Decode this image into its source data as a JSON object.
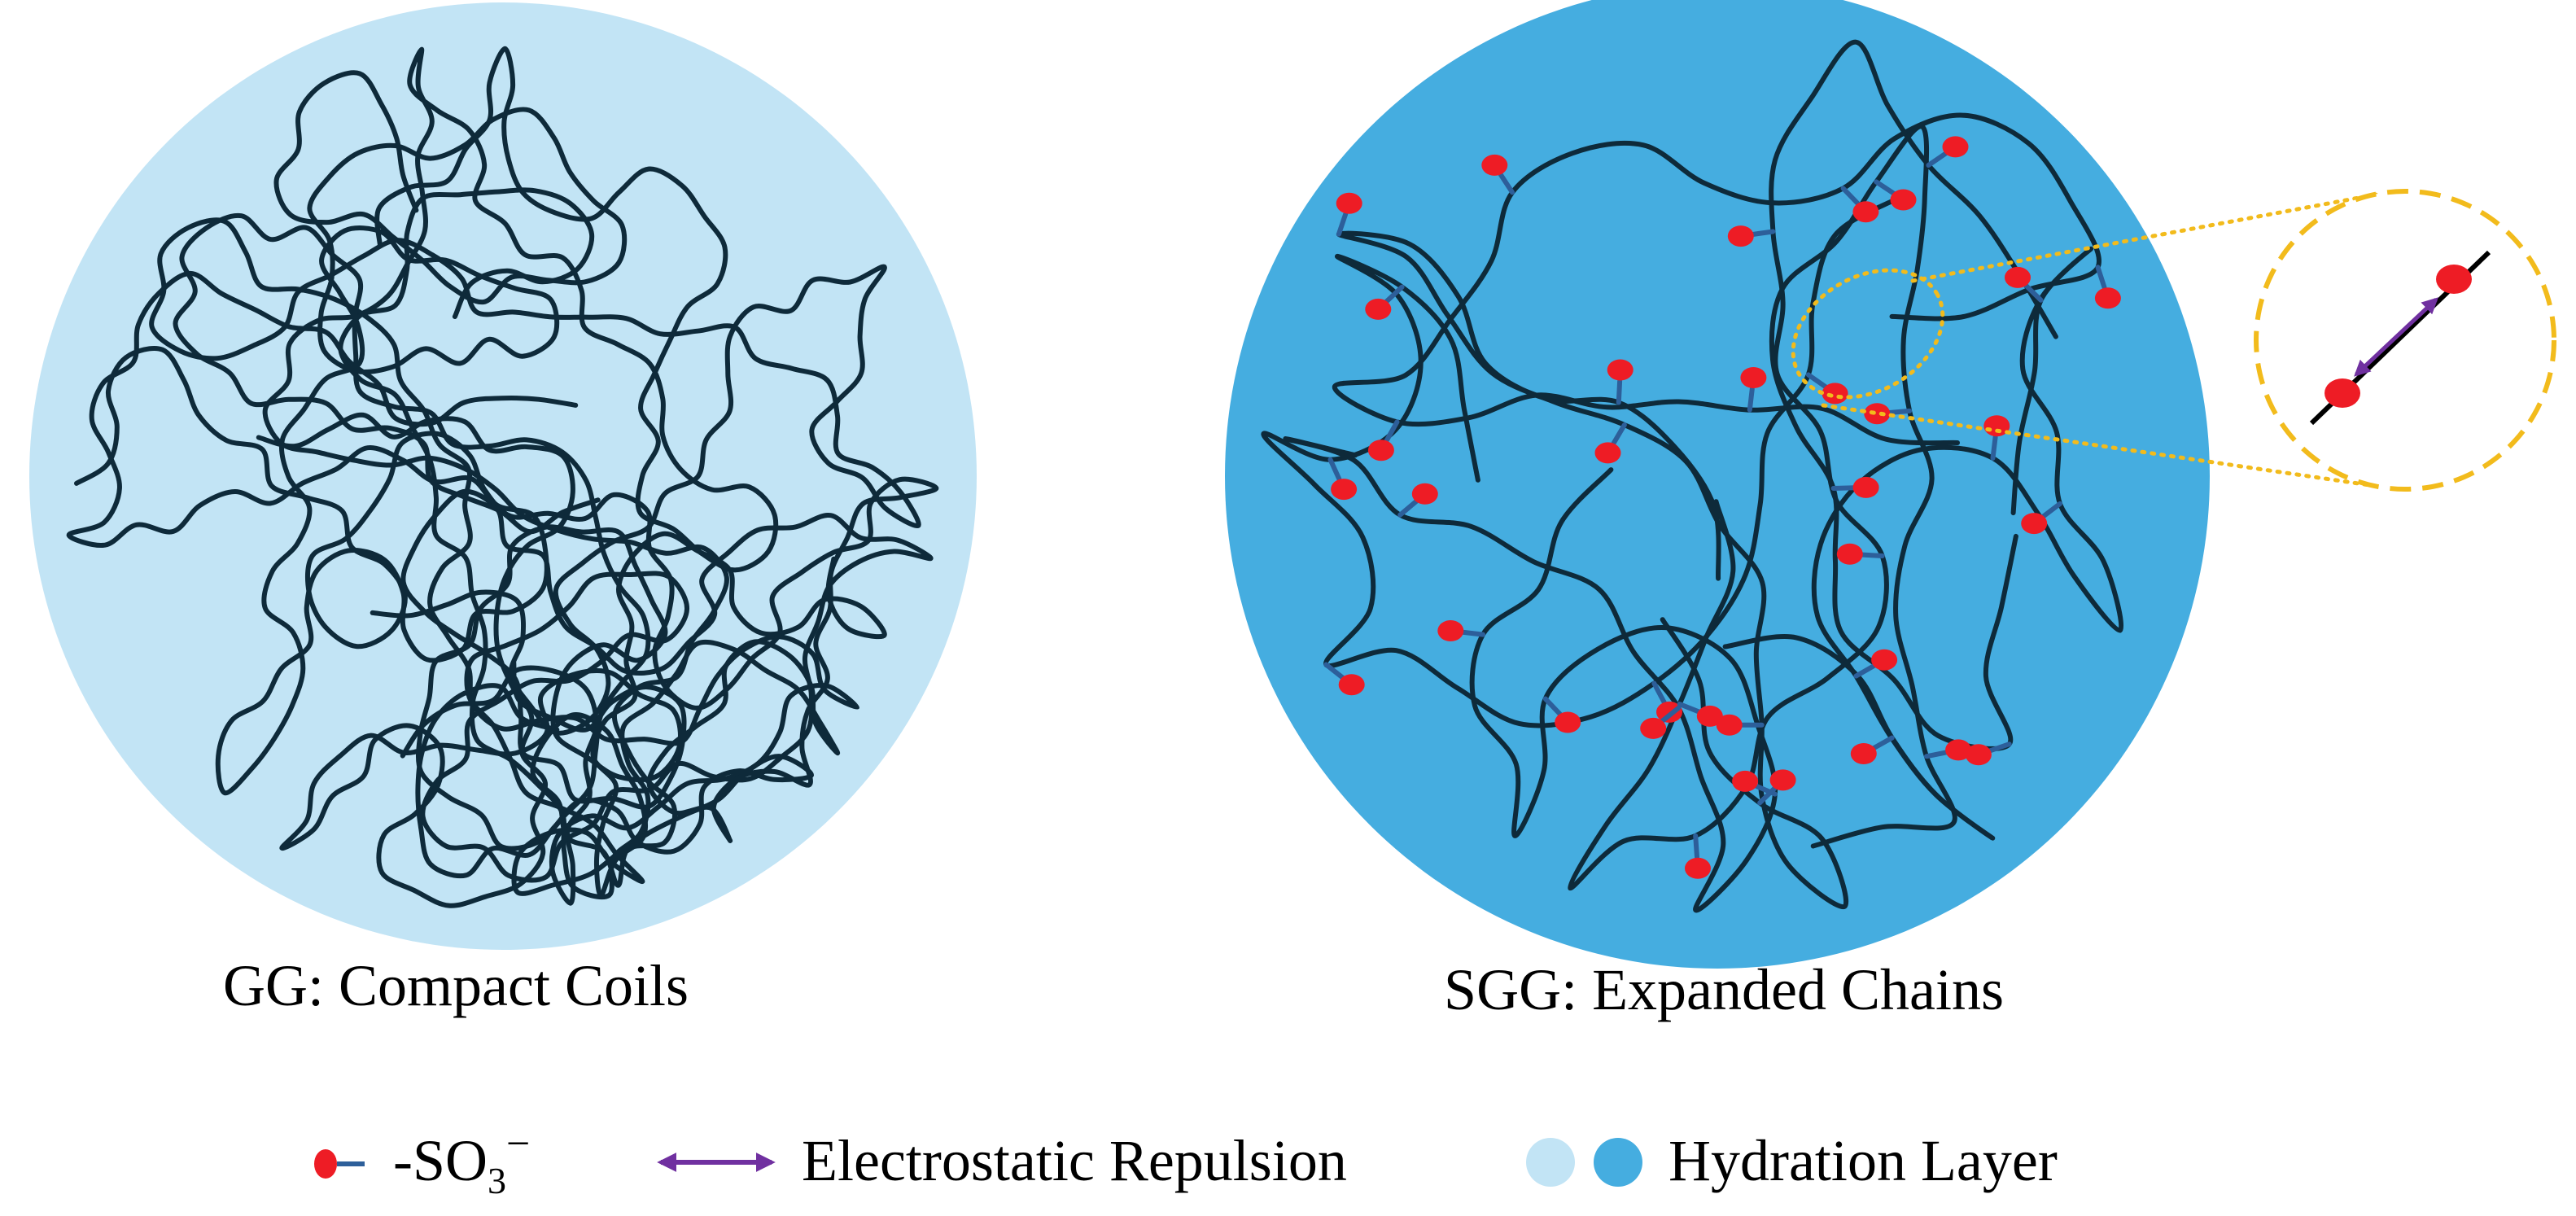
{
  "panels": {
    "left": {
      "caption": "GG: Compact Coils"
    },
    "right": {
      "caption": "SGG: Expanded Chains"
    }
  },
  "legend": {
    "sulfonate": {
      "prefix": "-SO",
      "subscript": "3",
      "superscript": "−"
    },
    "repulsion": "Electrostatic Repulsion",
    "hydration": "Hydration Layer"
  },
  "colors": {
    "hydration_light": "#c2e4f5",
    "hydration_dark": "#45ade0",
    "chain": "#0e2a3a",
    "sulfonate": "#ee1c25",
    "stem": "#2d5f9a",
    "repulsion_arrow": "#7030a0",
    "zoom_outline": "#f2bb1c"
  }
}
